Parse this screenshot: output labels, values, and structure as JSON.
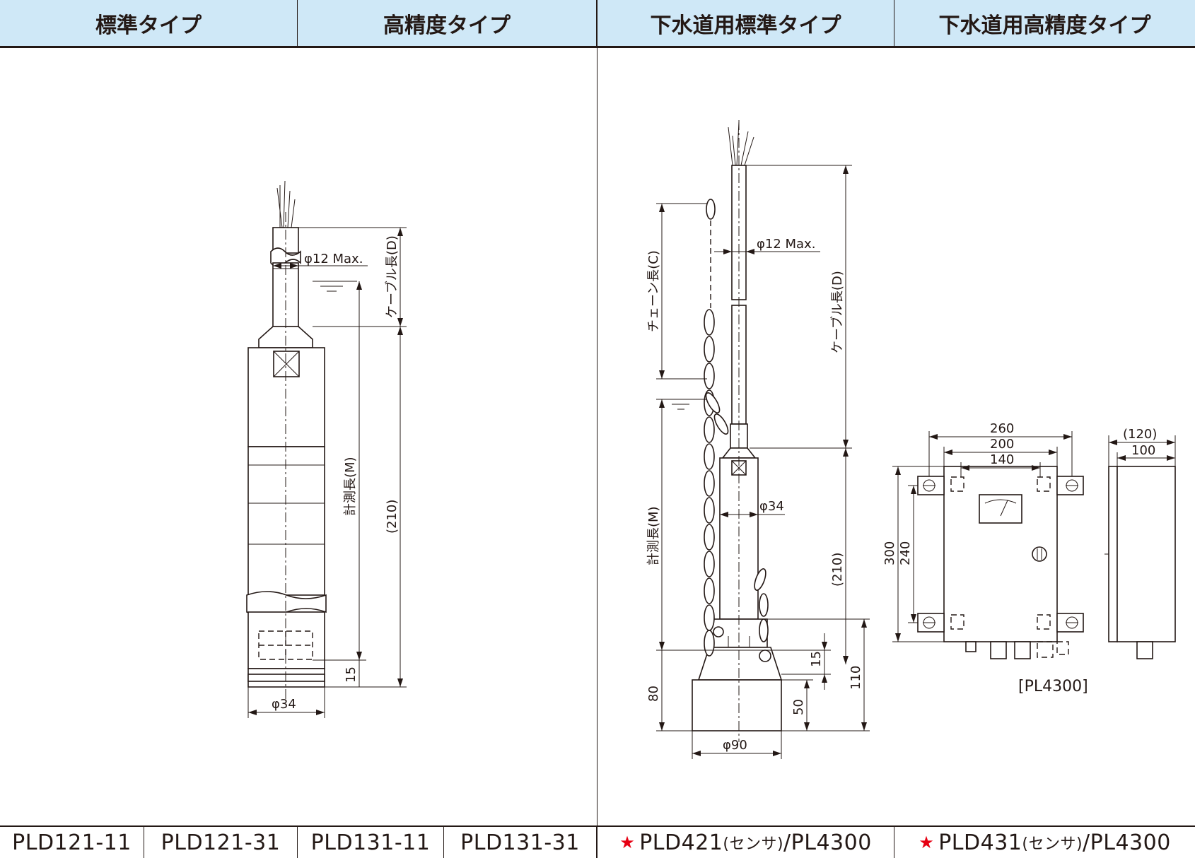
{
  "header": {
    "cells": [
      "標準タイプ",
      "高精度タイプ",
      "下水道用標準タイプ",
      "下水道用高精度タイプ"
    ]
  },
  "left_drawing": {
    "dia_cable": "φ12 Max.",
    "cable_length": "ケーブル長(D)",
    "measure_length": "計測長(M)",
    "length_210": "(210)",
    "dim_15": "15",
    "dia_body": "φ34"
  },
  "right_drawing": {
    "chain_length": "チェーン長(C)",
    "dia_cable": "φ12 Max.",
    "cable_length": "ケーブル長(D)",
    "dia_body": "φ34",
    "measure_length": "計測長(M)",
    "length_210": "(210)",
    "dim_15": "15",
    "dim_80": "80",
    "dim_50": "50",
    "dim_110": "110",
    "dia_base": "φ90"
  },
  "box_drawing": {
    "w260": "260",
    "w200": "200",
    "w140": "140",
    "h300": "300",
    "h240": "240",
    "d120": "(120)",
    "d100": "100",
    "label": "[PL4300]"
  },
  "footer": {
    "models": [
      "PLD121-11",
      "PLD121-31",
      "PLD131-11",
      "PLD131-31"
    ],
    "sewer_std": {
      "model": "PLD421",
      "note": "(センサ)",
      "suffix": "/PL4300"
    },
    "sewer_hp": {
      "model": "PLD431",
      "note": "(センサ)",
      "suffix": "/PL4300"
    },
    "star_color": "#e60012"
  },
  "colors": {
    "header_bg": "#cfe8f7",
    "line": "#231815"
  }
}
